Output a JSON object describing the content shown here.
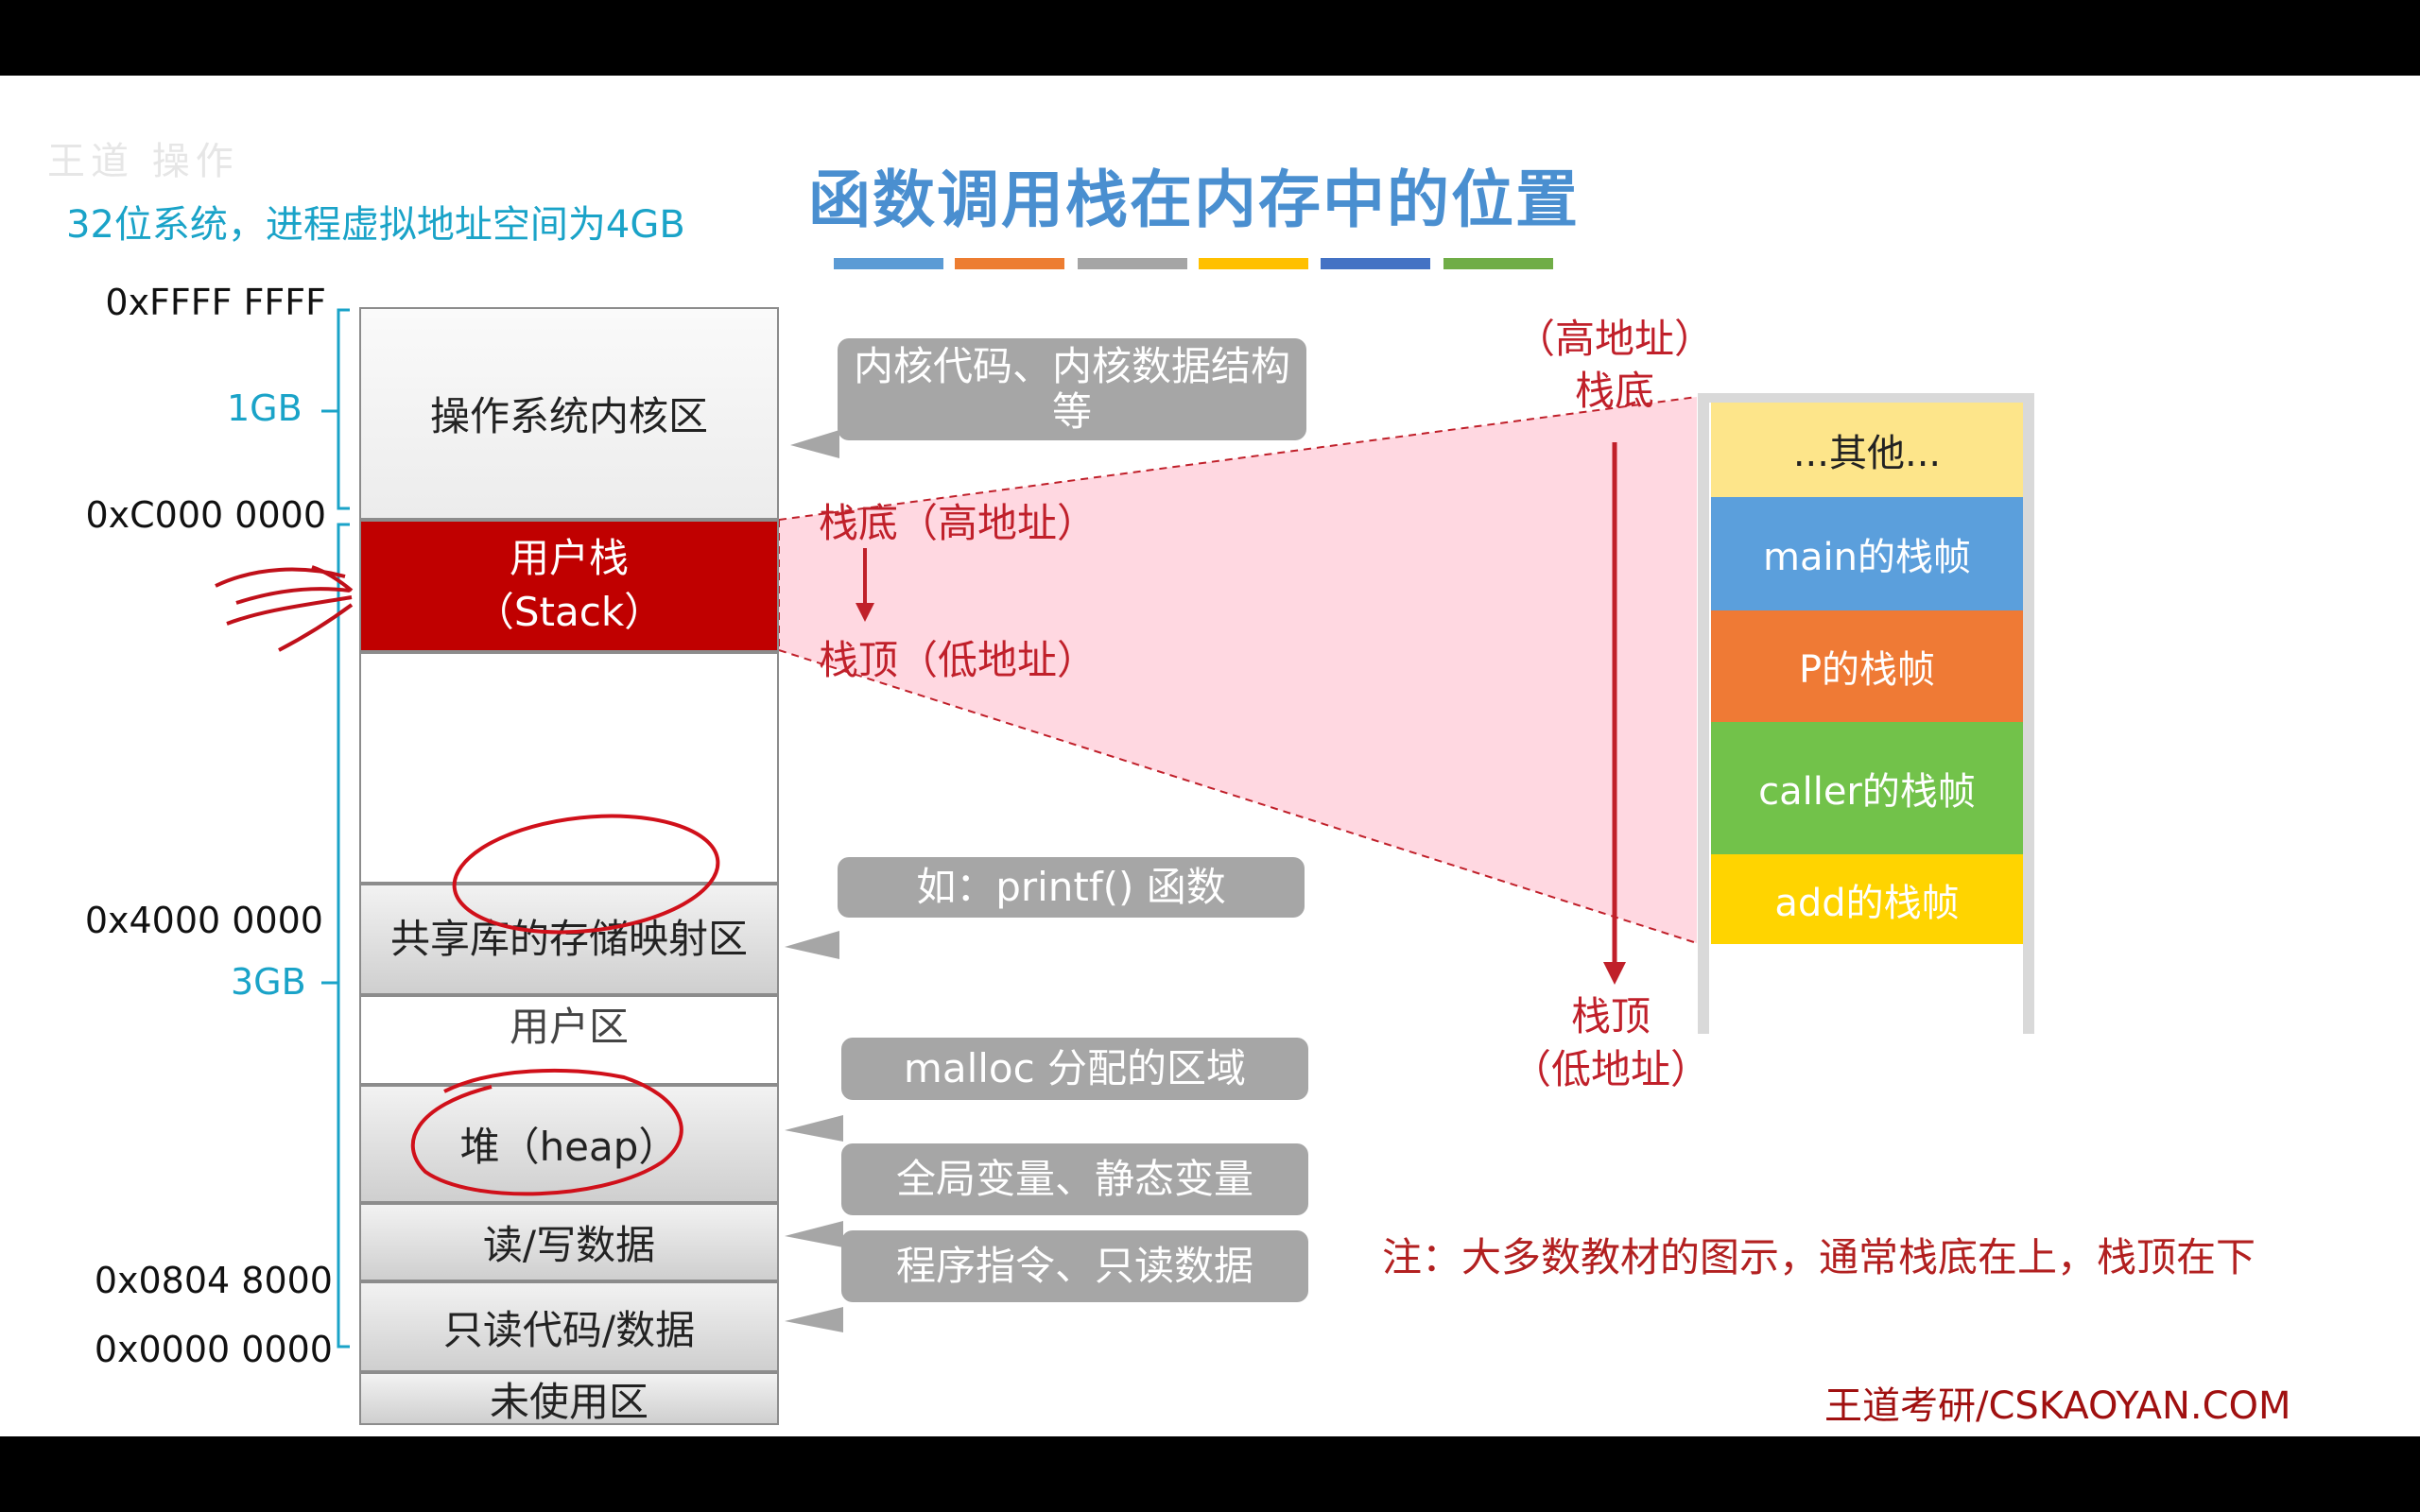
{
  "title": "函数调用栈在内存中的位置",
  "subtitle": "32位系统，进程虚拟地址空间为4GB",
  "faded_header": "王道 操作 ",
  "title_bar_colors": [
    "#5b9bd5",
    "#ed7d31",
    "#a5a5a5",
    "#ffc000",
    "#4472c4",
    "#70ad47"
  ],
  "addresses": {
    "a_ffff": "0xFFFF FFFF",
    "a_c000": "0xC000 0000",
    "a_4000": "0x4000 0000",
    "a_0804": "0x0804 8000",
    "a_0000": "0x0000 0000"
  },
  "sizes": {
    "kernel": "1GB",
    "user": "3GB"
  },
  "regions": {
    "kernel": "操作系统内核区",
    "stack_line1": "用户栈",
    "stack_line2": "（Stack）",
    "shared_lib": "共享库的存储映射区",
    "user_area": "用户区",
    "heap": "堆（heap）",
    "rw_data": "读/写数据",
    "ro_code": "只读代码/数据",
    "unused": "未使用区"
  },
  "callouts": {
    "kernel": "内核代码、内核数据结构等",
    "shared": "如：printf() 函数",
    "heap": "malloc 分配的区域",
    "rw": "全局变量、静态变量",
    "ro": "程序指令、只读数据"
  },
  "stack_labels": {
    "bottom_high": "栈底（高地址）",
    "top_low": "栈顶（低地址）"
  },
  "right_labels": {
    "high_addr": "（高地址）",
    "bottom": "栈底",
    "top": "栈顶",
    "low_addr": "（低地址）"
  },
  "frames": [
    {
      "label": "...其他...",
      "color": "#fde58a"
    },
    {
      "label": "main的栈帧",
      "color": "#5b9fdc"
    },
    {
      "label": "P的栈帧",
      "color": "#ef7a35"
    },
    {
      "label": "caller的栈帧",
      "color": "#72c24a"
    },
    {
      "label": "add的栈帧",
      "color": "#ffd400"
    }
  ],
  "note": "注：大多数教材的图示，通常栈底在上，栈顶在下",
  "brand": "王道考研/CSKAOYAN.COM"
}
